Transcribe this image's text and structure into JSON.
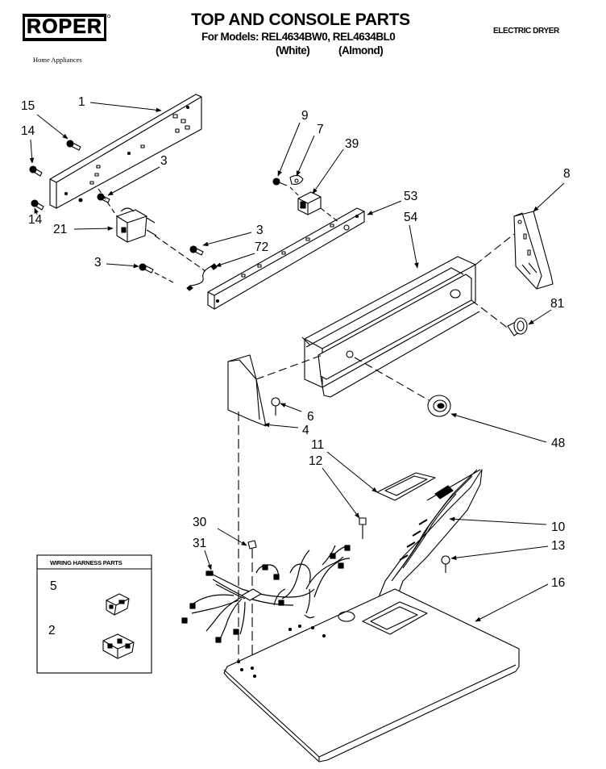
{
  "header": {
    "brand": "ROPER",
    "brand_tagline": "Home Appliances",
    "title": "TOP AND CONSOLE PARTS",
    "models_line": "For Models: REL4634BW0, REL4634BL0",
    "variant_white": "(White)",
    "variant_almond": "(Almond)",
    "product_type": "ELECTRIC DRYER"
  },
  "inset": {
    "title": "WIRING HARNESS PARTS"
  },
  "callouts": [
    {
      "id": "c1",
      "label": "1"
    },
    {
      "id": "c15",
      "label": "15"
    },
    {
      "id": "c14a",
      "label": "14"
    },
    {
      "id": "c3a",
      "label": "3"
    },
    {
      "id": "c14b",
      "label": "14"
    },
    {
      "id": "c21",
      "label": "21"
    },
    {
      "id": "c3b",
      "label": "3"
    },
    {
      "id": "c72",
      "label": "72"
    },
    {
      "id": "c3c",
      "label": "3"
    },
    {
      "id": "c9",
      "label": "9"
    },
    {
      "id": "c7",
      "label": "7"
    },
    {
      "id": "c39",
      "label": "39"
    },
    {
      "id": "c53",
      "label": "53"
    },
    {
      "id": "c54",
      "label": "54"
    },
    {
      "id": "c8",
      "label": "8"
    },
    {
      "id": "c81",
      "label": "81"
    },
    {
      "id": "c6",
      "label": "6"
    },
    {
      "id": "c4",
      "label": "4"
    },
    {
      "id": "c48",
      "label": "48"
    },
    {
      "id": "c11",
      "label": "11"
    },
    {
      "id": "c12",
      "label": "12"
    },
    {
      "id": "c10",
      "label": "10"
    },
    {
      "id": "c30",
      "label": "30"
    },
    {
      "id": "c31",
      "label": "31"
    },
    {
      "id": "c13",
      "label": "13"
    },
    {
      "id": "c16",
      "label": "16"
    },
    {
      "id": "c5",
      "label": "5"
    },
    {
      "id": "c2",
      "label": "2"
    }
  ]
}
